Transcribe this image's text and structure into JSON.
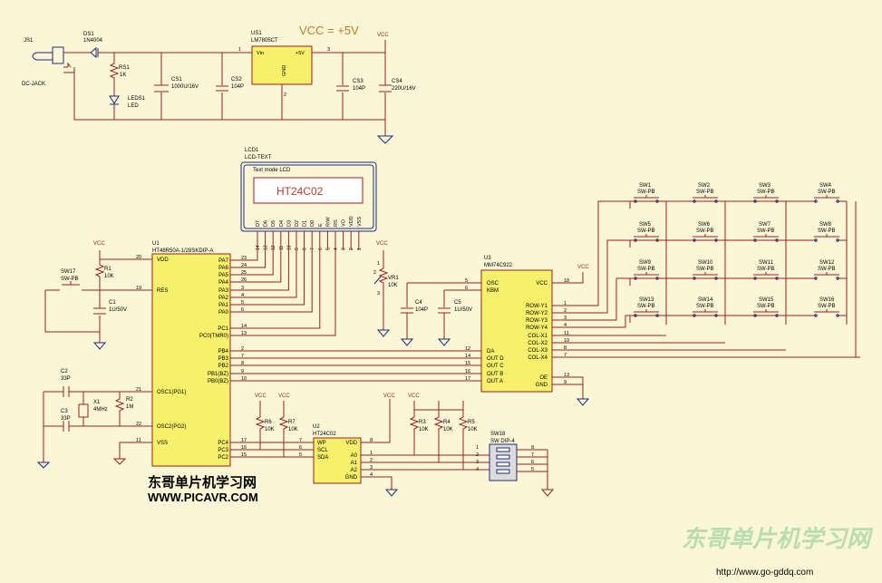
{
  "power": {
    "title": "VCC = +5V",
    "jack": {
      "ref": "JS1",
      "value": "DC-JACK"
    },
    "diode": {
      "ref": "DS1",
      "value": "1N4004"
    },
    "regulator": {
      "ref": "US1",
      "value": "LM7805CT",
      "vin": "Vin",
      "vout": "+5V",
      "gnd": "GND",
      "pin1": "1",
      "pin2": "2",
      "pin3": "3"
    },
    "rs1": {
      "ref": "RS1",
      "value": "1K"
    },
    "leds1": {
      "ref": "LEDS1",
      "value": "LED"
    },
    "cs1": {
      "ref": "CS1",
      "value": "1000U/16V"
    },
    "cs2": {
      "ref": "CS2",
      "value": "104P"
    },
    "cs3": {
      "ref": "CS3",
      "value": "104P"
    },
    "cs4": {
      "ref": "CS4",
      "value": "220U/16V"
    },
    "vcc": "VCC"
  },
  "lcd": {
    "ref": "LCD1",
    "value": "LCD-TEXT",
    "caption": "Text mode LCD",
    "screen_text": "HT24C02",
    "pins": [
      "D7",
      "D6",
      "D5",
      "D4",
      "D3",
      "D2",
      "D1",
      "D0",
      "E",
      "R/W",
      "RS",
      "VO",
      "VDD",
      "VSS"
    ],
    "pin_numbers": [
      "14",
      "13",
      "12",
      "11",
      "10",
      "9",
      "8",
      "7",
      "6",
      "5",
      "4",
      "3",
      "2",
      "1"
    ]
  },
  "mcu": {
    "ref": "U1",
    "value": "HT48R50A-1/28SKDIP-A",
    "left_pins": [
      {
        "name": "VDD",
        "num": "20"
      },
      {
        "name": "RES",
        "num": "19"
      },
      {
        "name": "OSC1(PG1)",
        "num": "21"
      },
      {
        "name": "OSC2(PG2)",
        "num": "22"
      },
      {
        "name": "VSS",
        "num": "11"
      }
    ],
    "right_pins": [
      {
        "name": "PA7",
        "num": "23"
      },
      {
        "name": "PA6",
        "num": "24"
      },
      {
        "name": "PA5",
        "num": "25"
      },
      {
        "name": "PA4",
        "num": "26"
      },
      {
        "name": "PA3",
        "num": "3"
      },
      {
        "name": "PA2",
        "num": "4"
      },
      {
        "name": "PA1",
        "num": "5"
      },
      {
        "name": "PA0",
        "num": "6"
      },
      {
        "name": "PC1",
        "num": "14"
      },
      {
        "name": "PC0(TMR0)",
        "num": "13"
      },
      {
        "name": "PB4",
        "num": "2"
      },
      {
        "name": "PB3",
        "num": "7"
      },
      {
        "name": "PB2",
        "num": "8"
      },
      {
        "name": "PB1(BZ)",
        "num": "9"
      },
      {
        "name": "PB0(BZ)",
        "num": "10"
      },
      {
        "name": "PC4",
        "num": "17"
      },
      {
        "name": "PC3",
        "num": "16"
      },
      {
        "name": "PC2",
        "num": "15"
      }
    ]
  },
  "reset": {
    "sw": {
      "ref": "SW17",
      "value": "SW-PB"
    },
    "r1": {
      "ref": "R1",
      "value": "10K"
    },
    "c1": {
      "ref": "C1",
      "value": "1U/50V"
    }
  },
  "osc": {
    "c2": {
      "ref": "C2",
      "value": "33P"
    },
    "c3": {
      "ref": "C3",
      "value": "33P"
    },
    "x1": {
      "ref": "X1",
      "value": "4MHz"
    },
    "r2": {
      "ref": "R2",
      "value": "1M"
    }
  },
  "vr1": {
    "ref": "VR1",
    "value": "10K",
    "p1": "1",
    "p2": "2",
    "p3": "3"
  },
  "c4": {
    "ref": "C4",
    "value": "104P"
  },
  "c5": {
    "ref": "C5",
    "value": "1U/50V"
  },
  "encoder": {
    "ref": "U3",
    "value": "MM74C922",
    "left": [
      {
        "name": "OSC",
        "num": "5"
      },
      {
        "name": "KBM",
        "num": "6"
      },
      {
        "name": "DA",
        "num": "12"
      },
      {
        "name": "OUT D",
        "num": "14"
      },
      {
        "name": "OUT C",
        "num": "15"
      },
      {
        "name": "OUT B",
        "num": "16"
      },
      {
        "name": "OUT A",
        "num": "17"
      }
    ],
    "right": [
      {
        "name": "VCC",
        "num": "18"
      },
      {
        "name": "ROW-Y1",
        "num": "1"
      },
      {
        "name": "ROW-Y2",
        "num": "2"
      },
      {
        "name": "ROW-Y3",
        "num": "3"
      },
      {
        "name": "ROW-Y4",
        "num": "4"
      },
      {
        "name": "COL-X1",
        "num": "11"
      },
      {
        "name": "COL-X2",
        "num": "10"
      },
      {
        "name": "COL-X3",
        "num": "8"
      },
      {
        "name": "COL-X4",
        "num": "7"
      },
      {
        "name": "OE",
        "num": "13"
      },
      {
        "name": "GND",
        "num": "9"
      }
    ]
  },
  "keypad": {
    "sw_value": "SW-PB",
    "refs": [
      "SW1",
      "SW2",
      "SW3",
      "SW4",
      "SW5",
      "SW6",
      "SW7",
      "SW8",
      "SW9",
      "SW10",
      "SW11",
      "SW12",
      "SW13",
      "SW14",
      "SW15",
      "SW16"
    ]
  },
  "eeprom": {
    "ref": "U2",
    "value": "HT24C02",
    "left": [
      {
        "name": "WP",
        "num": "7"
      },
      {
        "name": "SCL",
        "num": "6"
      },
      {
        "name": "SDA",
        "num": "5"
      }
    ],
    "right": [
      {
        "name": "VDD",
        "num": "8"
      },
      {
        "name": "A0",
        "num": "1"
      },
      {
        "name": "A1",
        "num": "2"
      },
      {
        "name": "A2",
        "num": "3"
      },
      {
        "name": "GND",
        "num": "4"
      }
    ]
  },
  "pullups": [
    {
      "ref": "R6",
      "value": "10K"
    },
    {
      "ref": "R7",
      "value": "10K"
    },
    {
      "ref": "R3",
      "value": "10K"
    },
    {
      "ref": "R4",
      "value": "10K"
    },
    {
      "ref": "R5",
      "value": "10K"
    }
  ],
  "dip": {
    "ref": "SW18",
    "value": "SW DIP-4",
    "left": [
      "1",
      "2",
      "3",
      "4"
    ],
    "right": [
      "8",
      "7",
      "6",
      "5"
    ]
  },
  "site": {
    "name": "东哥单片机学习网",
    "url": "WWW.PICAVR.COM"
  },
  "watermark": {
    "text": "东哥单片机学习网",
    "url": "http://www.go-gddq.com"
  }
}
